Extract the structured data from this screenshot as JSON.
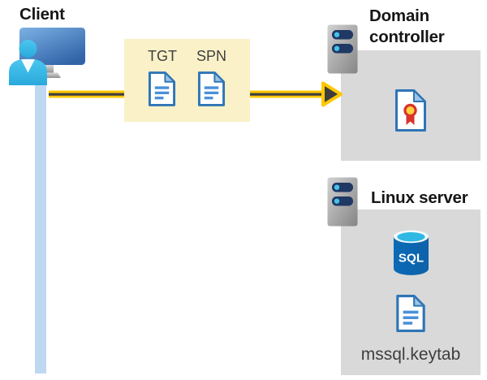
{
  "client": {
    "label": "Client",
    "icon": "user-at-computer-icon"
  },
  "request": {
    "tgt_label": "TGT",
    "spn_label": "SPN",
    "description": "arrow-from-client-to-domain-controller"
  },
  "domain_controller": {
    "label": "Domain controller",
    "icons": [
      "server-icon",
      "certificate-icon"
    ]
  },
  "linux_server": {
    "label": "Linux server",
    "database_label": "SQL",
    "keytab_label": "mssql.keytab",
    "icons": [
      "server-icon",
      "sql-database-icon",
      "document-icon"
    ]
  },
  "colors": {
    "highlight_box_yellow": "#FAF1C8",
    "panel_gray": "#D9D9D9",
    "arrow_yellow": "#FFC800",
    "arrow_core_dark": "#404040",
    "client_line_blue": "#BFD8F2",
    "document_border_blue": "#2E75B6",
    "document_line_blue": "#4A90D9",
    "person_cyan": "#38BEE9",
    "server_bar_navy": "#1F3864",
    "certificate_red": "#D9342B",
    "certificate_gold": "#FFD23E",
    "sql_body_blue": "#0F6FB7",
    "sql_top_cyan": "#2FB8E4"
  }
}
